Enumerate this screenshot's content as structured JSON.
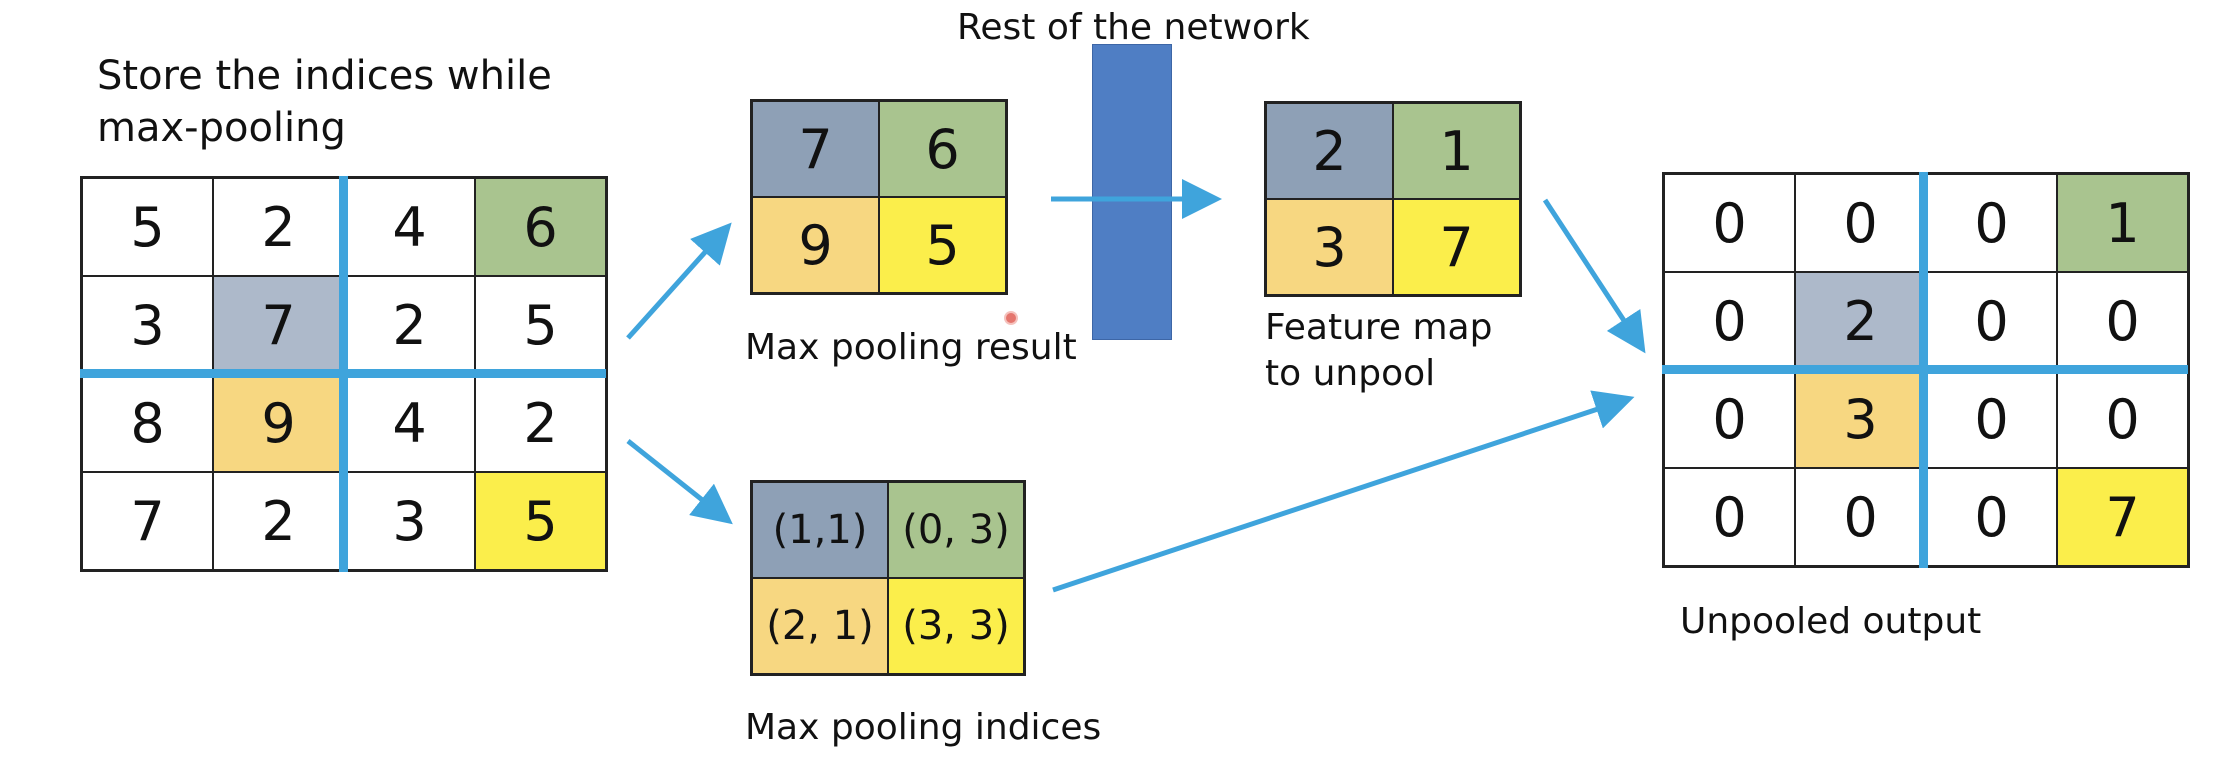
{
  "title": [
    "Store the indices while",
    "max-pooling"
  ],
  "input_grid": [
    [
      "5",
      "2",
      "4",
      "6"
    ],
    [
      "3",
      "7",
      "2",
      "5"
    ],
    [
      "8",
      "9",
      "4",
      "2"
    ],
    [
      "7",
      "2",
      "3",
      "5"
    ]
  ],
  "pool_result": {
    "cells": [
      [
        "7",
        "6"
      ],
      [
        "9",
        "5"
      ]
    ],
    "label": "Max pooling result"
  },
  "pool_indices": {
    "cells": [
      [
        "(1,1)",
        "(0, 3)"
      ],
      [
        "(2, 1)",
        "(3, 3)"
      ]
    ],
    "label": "Max pooling indices"
  },
  "network_label": "Rest of the network",
  "feature_map": {
    "cells": [
      [
        "2",
        "1"
      ],
      [
        "3",
        "7"
      ]
    ],
    "label": [
      "Feature map",
      "to unpool"
    ]
  },
  "unpooled": {
    "cells": [
      [
        "0",
        "0",
        "0",
        "1"
      ],
      [
        "0",
        "2",
        "0",
        "0"
      ],
      [
        "0",
        "3",
        "0",
        "0"
      ],
      [
        "0",
        "0",
        "0",
        "7"
      ]
    ],
    "label": "Unpooled output"
  },
  "colors": {
    "quadrant_blue": "#8ea0b6",
    "quadrant_light_blue": "#adb9ca",
    "quadrant_green": "#a9c48f",
    "quadrant_orange": "#f7d781",
    "quadrant_yellow": "#fbee4b",
    "arrow": "#3fa4dc",
    "network_bar": "#4f7ec4"
  }
}
